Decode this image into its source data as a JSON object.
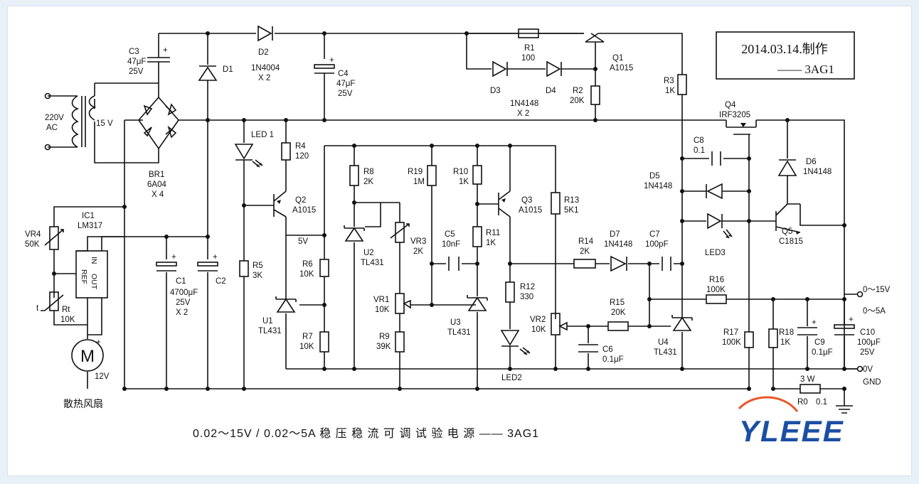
{
  "stamp": {
    "date": "2014.03.14.制作",
    "author": "—— 3AG1"
  },
  "caption": "0.02～15V / 0.02～5A 稳 压 稳 流 可 调 试 验 电 源 —— 3AG1",
  "logo": {
    "text": "YLEEE",
    "color": "#1b4fa3",
    "accent": "#e8572a"
  },
  "input": {
    "voltage": "220V",
    "type": "AC",
    "secondary": "15 V"
  },
  "fan": {
    "symbol": "M",
    "voltage": "12V",
    "plus": "+",
    "caption": "散热风扇"
  },
  "terminals": {
    "out_v": "0～15V",
    "out_a": "0～5A",
    "zero": "0V",
    "gnd": "GND"
  },
  "thermistor_t": "t",
  "components": {
    "C3": {
      "ref": "C3",
      "v1": "47μF",
      "v2": "25V",
      "plus": "+"
    },
    "D1": {
      "ref": "D1"
    },
    "D2": {
      "ref": "D2",
      "v1": "1N4004",
      "v2": "X 2"
    },
    "C4": {
      "ref": "C4",
      "v1": "47μF",
      "v2": "25V",
      "plus": "+"
    },
    "R1": {
      "ref": "R1",
      "v1": "100"
    },
    "D3": {
      "ref": "D3"
    },
    "D4": {
      "ref": "D4"
    },
    "D34": {
      "v1": "1N4148",
      "v2": "X 2"
    },
    "R2": {
      "ref": "R2",
      "v1": "20K"
    },
    "Q1": {
      "ref": "Q1",
      "v1": "A1015"
    },
    "R3": {
      "ref": "R3",
      "v1": "1K"
    },
    "Q4": {
      "ref": "Q4",
      "v1": "IRF3205"
    },
    "BR1": {
      "ref": "BR1",
      "v1": "6A04",
      "v2": "X 4"
    },
    "LED1": {
      "ref": "LED 1"
    },
    "R4": {
      "ref": "R4",
      "v1": "120"
    },
    "Q2": {
      "ref": "Q2",
      "v1": "A1015"
    },
    "R8": {
      "ref": "R8",
      "v1": "2K"
    },
    "R19": {
      "ref": "R19",
      "v1": "1M"
    },
    "R10": {
      "ref": "R10",
      "v1": "1K"
    },
    "Q3": {
      "ref": "Q3",
      "v1": "A1015"
    },
    "R13": {
      "ref": "R13",
      "v1": "5K1"
    },
    "C8": {
      "ref": "C8",
      "v1": "0.1"
    },
    "D5": {
      "ref": "D5",
      "v1": "1N4148"
    },
    "D6": {
      "ref": "D6",
      "v1": "1N4148"
    },
    "IC1": {
      "ref": "IC1",
      "v1": "LM317",
      "in": "IN",
      "out": "OUT",
      "ref_pin": "REF"
    },
    "VR4": {
      "ref": "VR4",
      "v1": "50K"
    },
    "C1": {
      "ref": "C1",
      "v1": "4700μF",
      "v2": "25V",
      "v3": "X 2",
      "plus": "+"
    },
    "C2": {
      "ref": "C2",
      "plus": "+"
    },
    "R5": {
      "ref": "R5",
      "v1": "3K"
    },
    "V5": {
      "label": "5V"
    },
    "R6": {
      "ref": "R6",
      "v1": "10K"
    },
    "U2": {
      "ref": "U2",
      "v1": "TL431"
    },
    "VR3": {
      "ref": "VR3",
      "v1": "2K"
    },
    "C5": {
      "ref": "C5",
      "v1": "10nF"
    },
    "R11": {
      "ref": "R11",
      "v1": "1K"
    },
    "R14": {
      "ref": "R14",
      "v1": "2K"
    },
    "D7": {
      "ref": "D7",
      "v1": "1N4148"
    },
    "C7": {
      "ref": "C7",
      "v1": "100pF"
    },
    "LED3": {
      "ref": "LED3"
    },
    "Q5": {
      "ref": "Q5",
      "v1": "C1815"
    },
    "Rt": {
      "ref": "Rt",
      "v1": "10K"
    },
    "U1": {
      "ref": "U1",
      "v1": "TL431"
    },
    "R7": {
      "ref": "R7",
      "v1": "10K"
    },
    "VR1": {
      "ref": "VR1",
      "v1": "10K"
    },
    "R9": {
      "ref": "R9",
      "v1": "39K"
    },
    "U3": {
      "ref": "U3",
      "v1": "TL431"
    },
    "R12": {
      "ref": "R12",
      "v1": "330"
    },
    "LED2": {
      "ref": "LED2"
    },
    "VR2": {
      "ref": "VR2",
      "v1": "10K"
    },
    "C6": {
      "ref": "C6",
      "v1": "0.1μF"
    },
    "R15": {
      "ref": "R15",
      "v1": "20K"
    },
    "U4": {
      "ref": "U4",
      "v1": "TL431"
    },
    "R16": {
      "ref": "R16",
      "v1": "100K"
    },
    "R17": {
      "ref": "R17",
      "v1": "100K"
    },
    "R18": {
      "ref": "R18",
      "v1": "1K"
    },
    "C9": {
      "ref": "C9",
      "v1": "0.1μF",
      "plus": "+"
    },
    "C10": {
      "ref": "C10",
      "v1": "100μF",
      "v2": "25V",
      "plus": "+"
    },
    "R0": {
      "ref": "R0",
      "v1": "0.1",
      "power": "3 W"
    }
  }
}
